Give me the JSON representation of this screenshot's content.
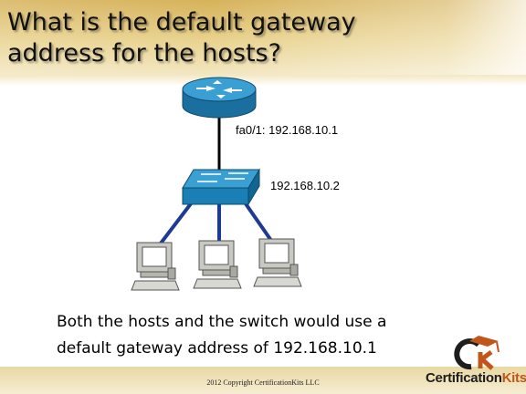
{
  "slide": {
    "title": "What is the default gateway address for the hosts?",
    "answer_line1": "Both the hosts and the switch would use a",
    "answer_line2": "default gateway address of 192.168.10.1",
    "copyright": "2012 Copyright CertificationKits LLC"
  },
  "diagram": {
    "router_label": "fa0/1: 192.168.10.1",
    "switch_label": "192.168.10.2",
    "nodes": [
      "router",
      "switch",
      "host-1",
      "host-2",
      "host-3"
    ],
    "links": [
      [
        "router",
        "switch"
      ],
      [
        "switch",
        "host-1"
      ],
      [
        "switch",
        "host-2"
      ],
      [
        "switch",
        "host-3"
      ]
    ]
  },
  "logo": {
    "text_main": "Certification",
    "text_accent": "Kits",
    "icon": "ck-graduation-cap-icon"
  },
  "colors": {
    "title_band": "#d6b25a",
    "device_blue": "#1a7fb4",
    "link_black": "#000000",
    "link_blue": "#1f3a93",
    "logo_accent": "#c0561a"
  }
}
